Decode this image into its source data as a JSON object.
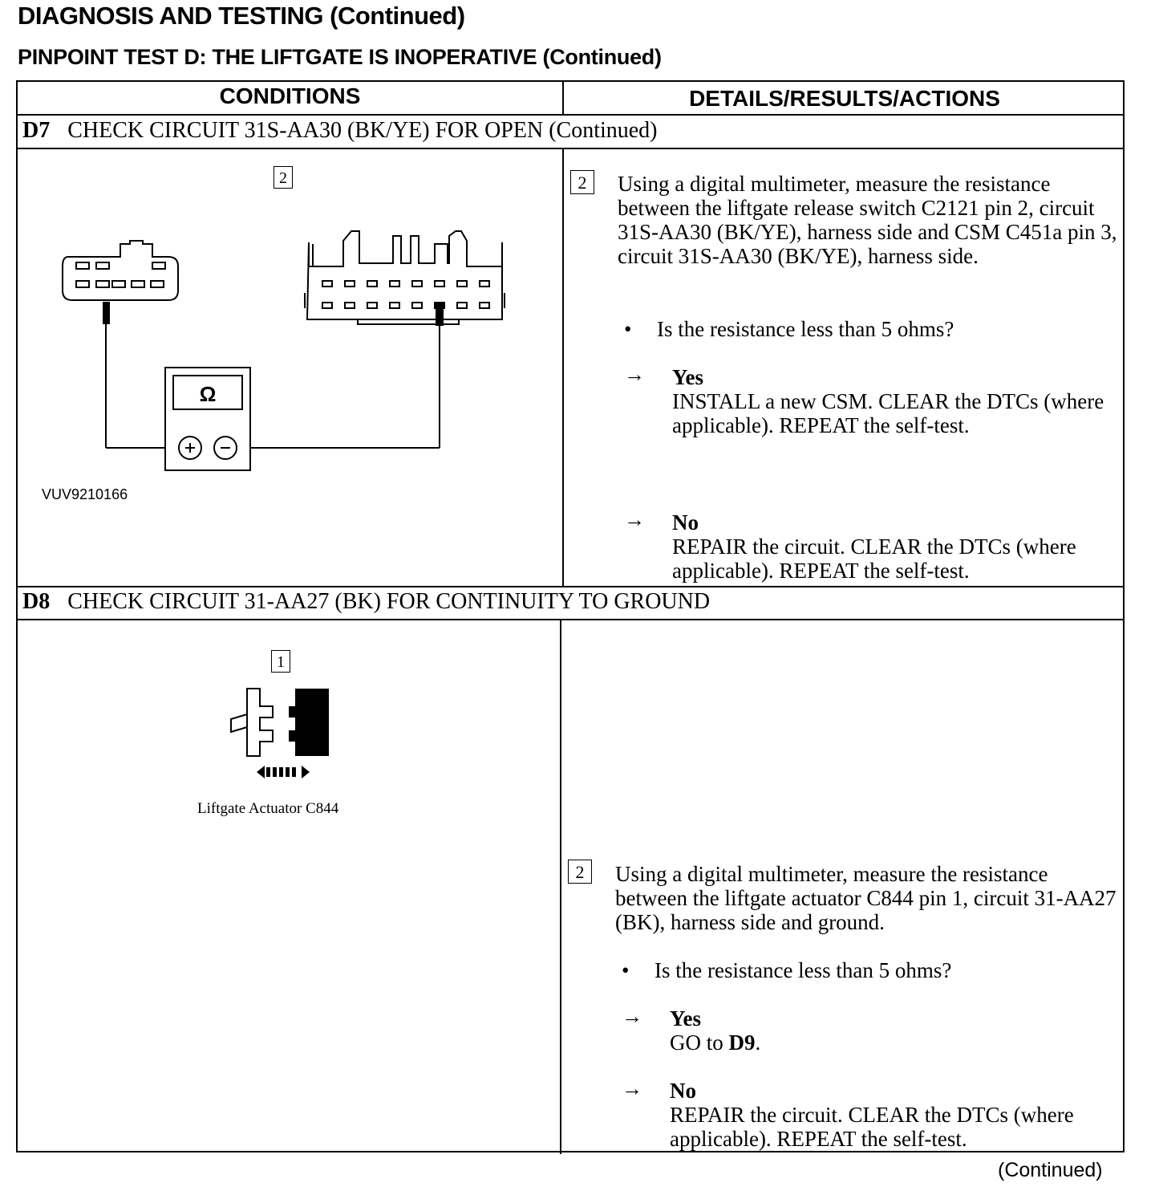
{
  "header": {
    "title": "DIAGNOSIS AND TESTING (Continued)",
    "subtitle": "PINPOINT TEST D: THE LIFTGATE IS INOPERATIVE (Continued)"
  },
  "table": {
    "col_conditions": "CONDITIONS",
    "col_details": "DETAILS/RESULTS/ACTIONS",
    "d7": {
      "id": "D7",
      "title": "CHECK CIRCUIT 31S-AA30 (BK/YE) FOR OPEN (Continued)",
      "figure_step": "2",
      "figure_id": "VUV9210166",
      "meter_symbol": "Ω",
      "step_num": "2",
      "instruction": "Using a digital multimeter, measure the resistance between the liftgate release switch C2121 pin 2, circuit 31S-AA30 (BK/YE), harness side and CSM C451a pin 3, circuit 31S-AA30 (BK/YE), harness side.",
      "question": "Is the resistance less than 5 ohms?",
      "yes_label": "Yes",
      "yes_action": "INSTALL a new CSM. CLEAR the DTCs (where applicable). REPEAT the self-test.",
      "no_label": "No",
      "no_action": "REPAIR the circuit. CLEAR the DTCs (where applicable). REPEAT the self-test."
    },
    "d8": {
      "id": "D8",
      "title": "CHECK CIRCUIT 31-AA27 (BK) FOR CONTINUITY TO GROUND",
      "figure_step": "1",
      "figure_label": "Liftgate Actuator C844",
      "step_num": "2",
      "instruction": "Using a digital multimeter, measure the resistance between the liftgate actuator C844 pin 1, circuit 31-AA27 (BK), harness side and ground.",
      "question": "Is the resistance less than 5 ohms?",
      "yes_label": "Yes",
      "yes_action_prefix": "GO to ",
      "yes_action_target": "D9",
      "yes_action_suffix": ".",
      "no_label": "No",
      "no_action": "REPAIR the circuit. CLEAR the DTCs (where applicable). REPEAT the self-test."
    }
  },
  "footer": {
    "continued": "(Continued)"
  },
  "bullet_glyph": "•",
  "arrow_glyph": "→"
}
